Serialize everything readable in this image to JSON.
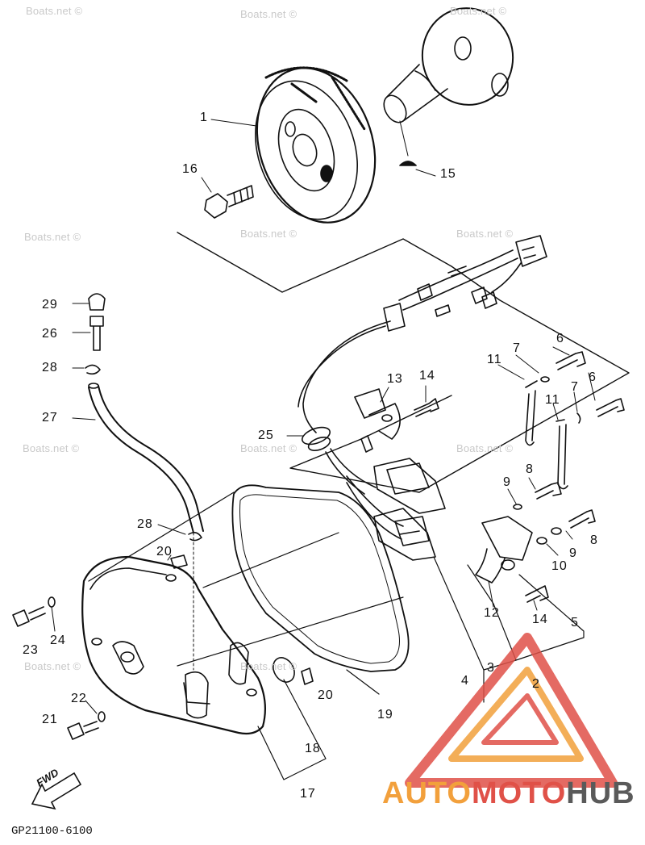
{
  "watermark": "Boats.net ©",
  "diagram_code": "GP21100-6100",
  "fwd_label": "FWD",
  "brand": {
    "part1": "AUTO",
    "part2": "MOTO",
    "part3": "HUB"
  },
  "colors": {
    "line": "#111111",
    "brand_orange": "#f2a03c",
    "brand_red": "#e05148",
    "brand_gray": "#5a5a5a",
    "watermark": "#c9c9c9"
  },
  "callouts": {
    "c1": "1",
    "c2": "2",
    "c3": "3",
    "c4": "4",
    "c5": "5",
    "c6a": "6",
    "c6b": "6",
    "c7a": "7",
    "c7b": "7",
    "c8a": "8",
    "c8b": "8",
    "c9a": "9",
    "c9b": "9",
    "c10": "10",
    "c11a": "11",
    "c11b": "11",
    "c12": "12",
    "c13": "13",
    "c14a": "14",
    "c14b": "14",
    "c15": "15",
    "c16": "16",
    "c17": "17",
    "c18": "18",
    "c19": "19",
    "c20a": "20",
    "c20b": "20",
    "c21": "21",
    "c22": "22",
    "c23": "23",
    "c24": "24",
    "c25": "25",
    "c26": "26",
    "c27": "27",
    "c28a": "28",
    "c28b": "28",
    "c29": "29"
  }
}
